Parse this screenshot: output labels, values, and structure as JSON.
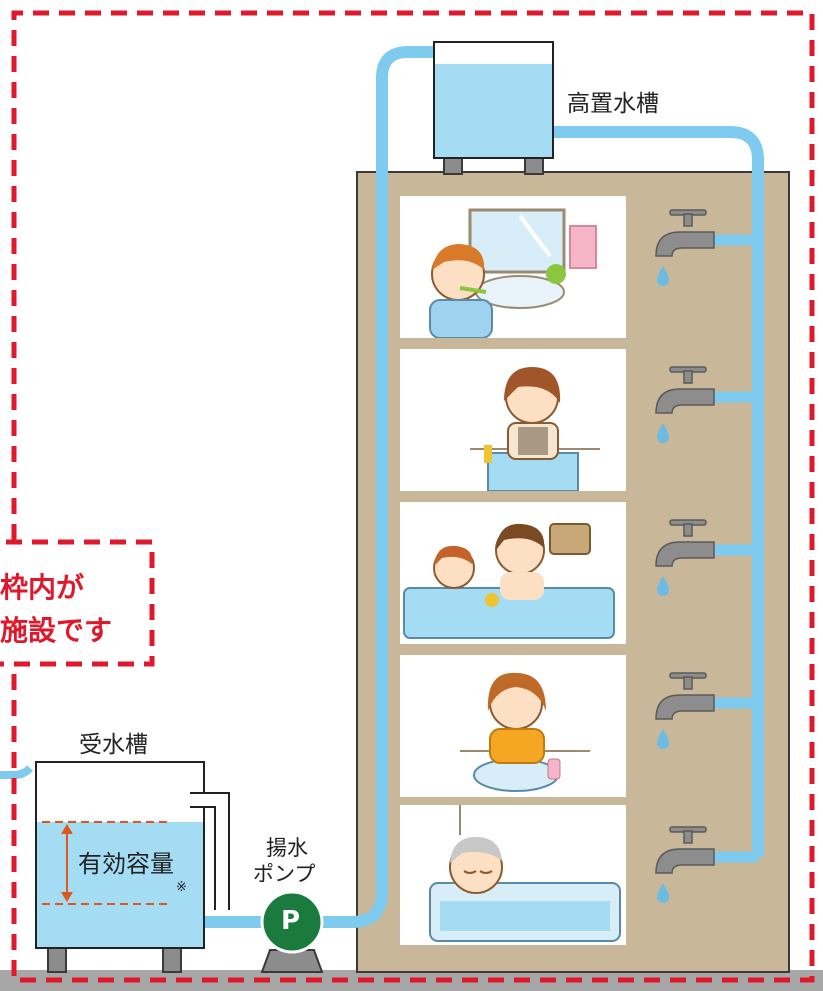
{
  "labels": {
    "elevated_tank": "高置水槽",
    "receiving_tank": "受水槽",
    "effective_capacity": "有効容量",
    "note_mark": "※",
    "pump_line1": "揚水",
    "pump_line2": "ポンプ",
    "pump_symbol": "P",
    "callout_line1": "枠内が",
    "callout_line2": "施設です"
  },
  "colors": {
    "pipe": "#7ecbef",
    "water": "#a4dcf4",
    "building": "#c8b799",
    "dashed_border": "#e0182c",
    "pump": "#1b7a3e",
    "ground": "#a7a7a7",
    "faucet": "#8d8d8d",
    "drop": "#6bbbe3"
  },
  "scenes": [
    {
      "name": "brushing-teeth-scene",
      "icon": "boy-brushing-teeth"
    },
    {
      "name": "washing-dishes-scene",
      "icon": "woman-washing"
    },
    {
      "name": "family-bath-scene",
      "icon": "father-child-bath"
    },
    {
      "name": "hand-washing-scene",
      "icon": "woman-hand-washing"
    },
    {
      "name": "elderly-bath-scene",
      "icon": "elderly-man-bath"
    }
  ]
}
